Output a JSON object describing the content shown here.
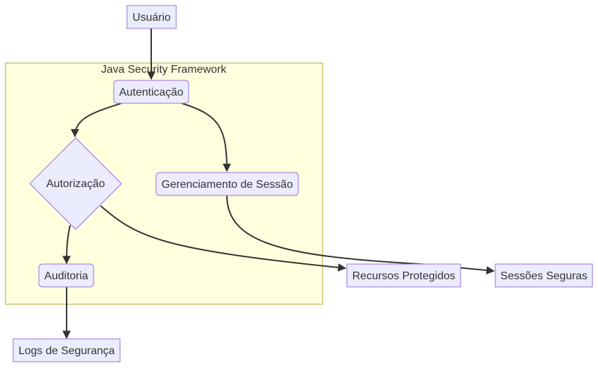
{
  "cluster": {
    "label": "Java Security Framework"
  },
  "nodes": {
    "usuario": "Usuário",
    "autenticacao": "Autenticação",
    "autorizacao": "Autorização",
    "gerenciamento": "Gerenciamento de Sessão",
    "auditoria": "Auditoria",
    "recursos": "Recursos Protegidos",
    "sessoes": "Sessões Seguras",
    "logs": "Logs de Segurança"
  },
  "edges": [
    {
      "from": "usuario",
      "to": "autenticacao"
    },
    {
      "from": "autenticacao",
      "to": "autorizacao"
    },
    {
      "from": "autenticacao",
      "to": "gerenciamento"
    },
    {
      "from": "autorizacao",
      "to": "auditoria"
    },
    {
      "from": "autorizacao",
      "to": "recursos"
    },
    {
      "from": "gerenciamento",
      "to": "sessoes"
    },
    {
      "from": "auditoria",
      "to": "logs"
    }
  ],
  "colors": {
    "node_fill": "#ececff",
    "node_stroke": "#9370db",
    "cluster_fill": "#ffffde",
    "cluster_stroke": "#aaaa33",
    "edge": "#333333"
  }
}
